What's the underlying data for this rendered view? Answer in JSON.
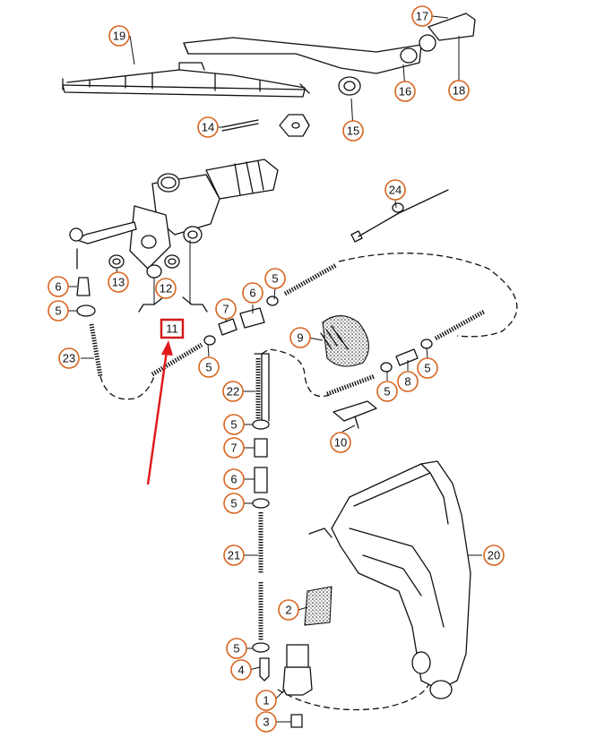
{
  "callouts": {
    "c1": "1",
    "c2": "2",
    "c3": "3",
    "c4": "4",
    "c5a": "5",
    "c5b": "5",
    "c5c": "5",
    "c5d": "5",
    "c5e": "5",
    "c5f": "5",
    "c5g": "5",
    "c5h": "5",
    "c6a": "6",
    "c6b": "6",
    "c6c": "6",
    "c7a": "7",
    "c7b": "7",
    "c8": "8",
    "c9": "9",
    "c10": "10",
    "c12": "12",
    "c13": "13",
    "c14": "14",
    "c15": "15",
    "c16": "16",
    "c17": "17",
    "c18": "18",
    "c19": "19",
    "c20": "20",
    "c21": "21",
    "c22": "22",
    "c23": "23",
    "c24": "24"
  },
  "highlight": {
    "label": "11",
    "box_color": "#d21b1b"
  },
  "arrow": {
    "color": "#e11b1b"
  },
  "callout_color": "#d7641f"
}
